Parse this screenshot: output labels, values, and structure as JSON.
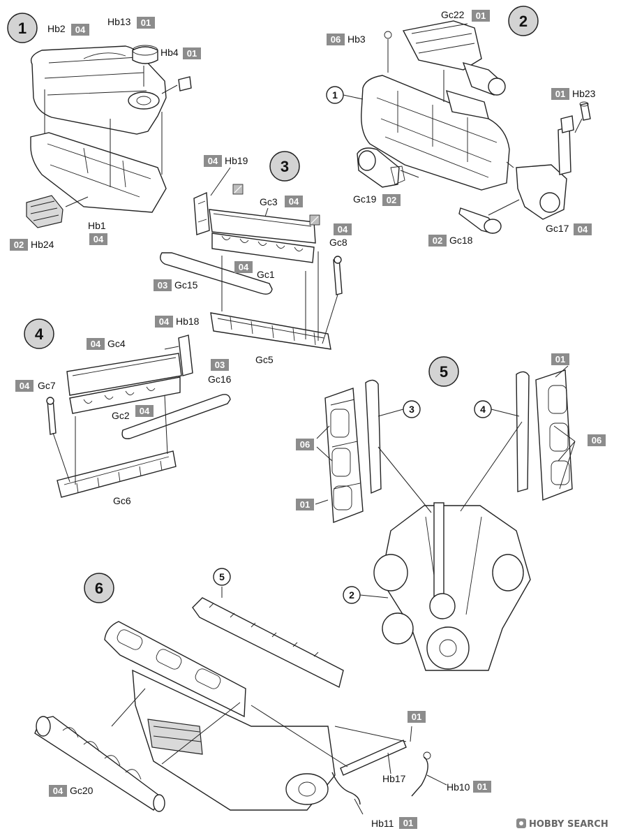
{
  "colors": {
    "badge": "#8c8c8c",
    "step_circle": "#d3d3d3",
    "line": "#222222"
  },
  "steps": [
    "1",
    "2",
    "3",
    "4",
    "5",
    "6"
  ],
  "refs": [
    "1",
    "3",
    "4",
    "2",
    "5"
  ],
  "labels": [
    {
      "text": "Hb2",
      "badge": "04"
    },
    {
      "text": "Hb13",
      "badge": "01"
    },
    {
      "text": "Hb4",
      "badge": "01"
    },
    {
      "text": "Hb1",
      "badge": "04"
    },
    {
      "text": "Hb24",
      "badge": "02"
    },
    {
      "text": "Gc22",
      "badge": "01"
    },
    {
      "text": "Hb3",
      "badge": "06"
    },
    {
      "text": "Hb23",
      "badge": "01"
    },
    {
      "text": "Gc19",
      "badge": "02"
    },
    {
      "text": "Gc18",
      "badge": "02"
    },
    {
      "text": "Gc17",
      "badge": "04"
    },
    {
      "text": "Hb19",
      "badge": "04"
    },
    {
      "text": "Gc3",
      "badge": "04"
    },
    {
      "text": "Gc8",
      "badge": "04"
    },
    {
      "text": "Gc1",
      "badge": "04"
    },
    {
      "text": "Gc15",
      "badge": "03"
    },
    {
      "text": "Gc5",
      "badge": ""
    },
    {
      "text": "Hb18",
      "badge": "04"
    },
    {
      "text": "Gc4",
      "badge": "04"
    },
    {
      "text": "Gc16",
      "badge": "03"
    },
    {
      "text": "Gc7",
      "badge": "04"
    },
    {
      "text": "Gc2",
      "badge": "04"
    },
    {
      "text": "Gc6",
      "badge": ""
    },
    {
      "text": "Gc20",
      "badge": "04"
    },
    {
      "text": "Hb17",
      "badge": ""
    },
    {
      "text": "Hb10",
      "badge": "01"
    },
    {
      "text": "Hb11",
      "badge": "01"
    }
  ],
  "loose_badges": [
    "01",
    "06",
    "01",
    "06",
    "01"
  ],
  "watermark": {
    "text": "HOBBY SEARCH",
    "icon": "hobby-search-logo-icon"
  }
}
